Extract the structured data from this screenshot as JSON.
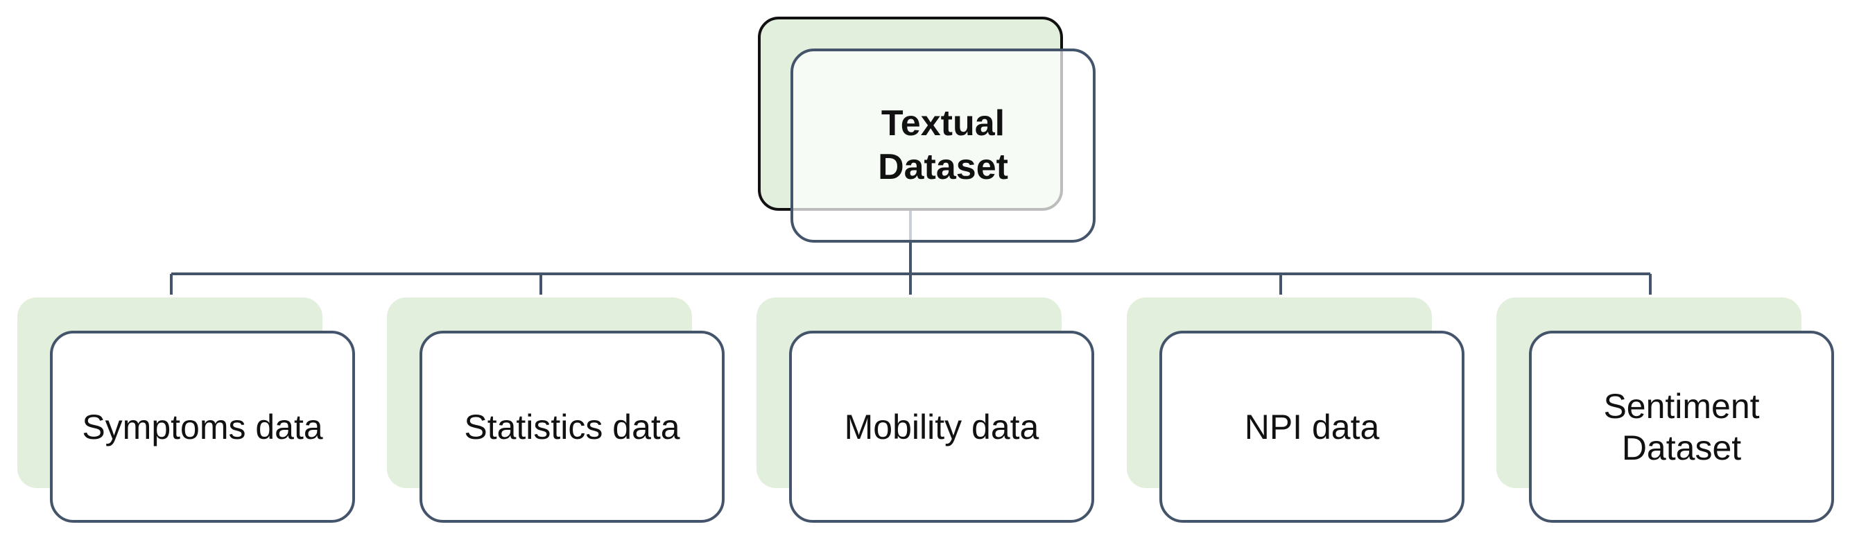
{
  "diagram": {
    "root": {
      "label": "Textual Dataset"
    },
    "children": [
      {
        "label": "Symptoms data"
      },
      {
        "label": "Statistics data"
      },
      {
        "label": "Mobility data"
      },
      {
        "label": "NPI data"
      },
      {
        "label": "Sentiment Dataset"
      }
    ]
  },
  "colors": {
    "accent_green": "#e3efdd",
    "border": "#44546a",
    "root_back_border": "#111111",
    "connector": "#44546a"
  }
}
